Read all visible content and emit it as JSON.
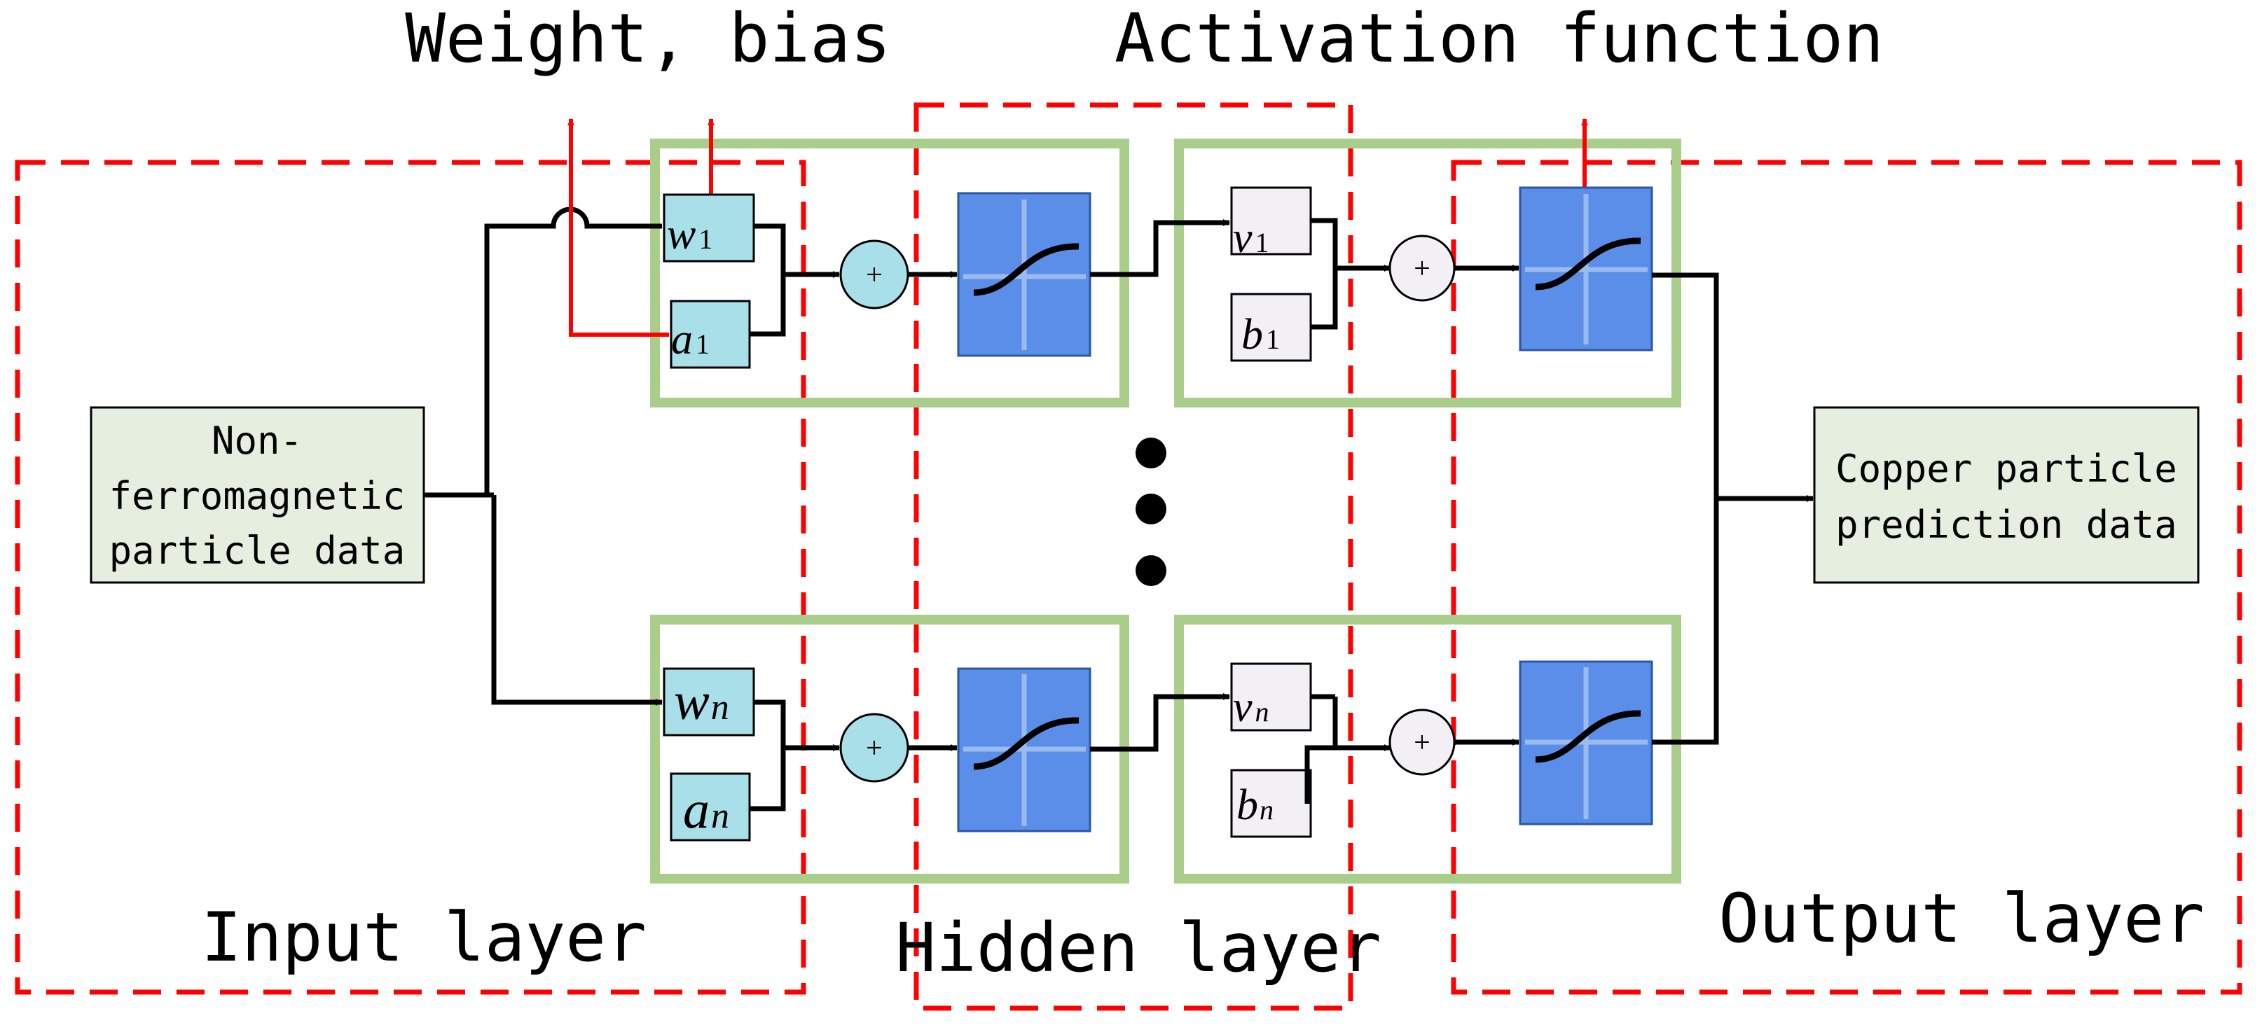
{
  "top_labels": {
    "weight_bias": "Weight, bias",
    "activation_function": "Activation function"
  },
  "layers": {
    "input": "Input layer",
    "hidden": "Hidden layer",
    "output": "Output layer"
  },
  "input_box": {
    "line1": "Non-",
    "line2": "ferromagnetic",
    "line3": "particle data"
  },
  "output_box": {
    "line1": "Copper particle",
    "line2": "prediction data"
  },
  "neuron_top": {
    "weight": "w",
    "weight_sub": "1",
    "bias": "a",
    "bias_sub": "1",
    "out_weight": "v",
    "out_weight_sub": "1",
    "out_bias": "b",
    "out_bias_sub": "1"
  },
  "neuron_bottom": {
    "weight": "w",
    "weight_sub": "n",
    "bias": "a",
    "bias_sub": "n",
    "out_weight": "v",
    "out_weight_sub": "n",
    "out_bias": "b",
    "out_bias_sub": "n"
  },
  "operator_symbol": "+",
  "colors": {
    "layer_border": "#ff0000",
    "neuron_group_border": "#a9cd8a",
    "hidden_param_fill": "#a8dfe9",
    "output_param_fill": "#f2eff5",
    "activation_fill": "#5a8ee8",
    "io_box_fill": "#e6efdf"
  }
}
